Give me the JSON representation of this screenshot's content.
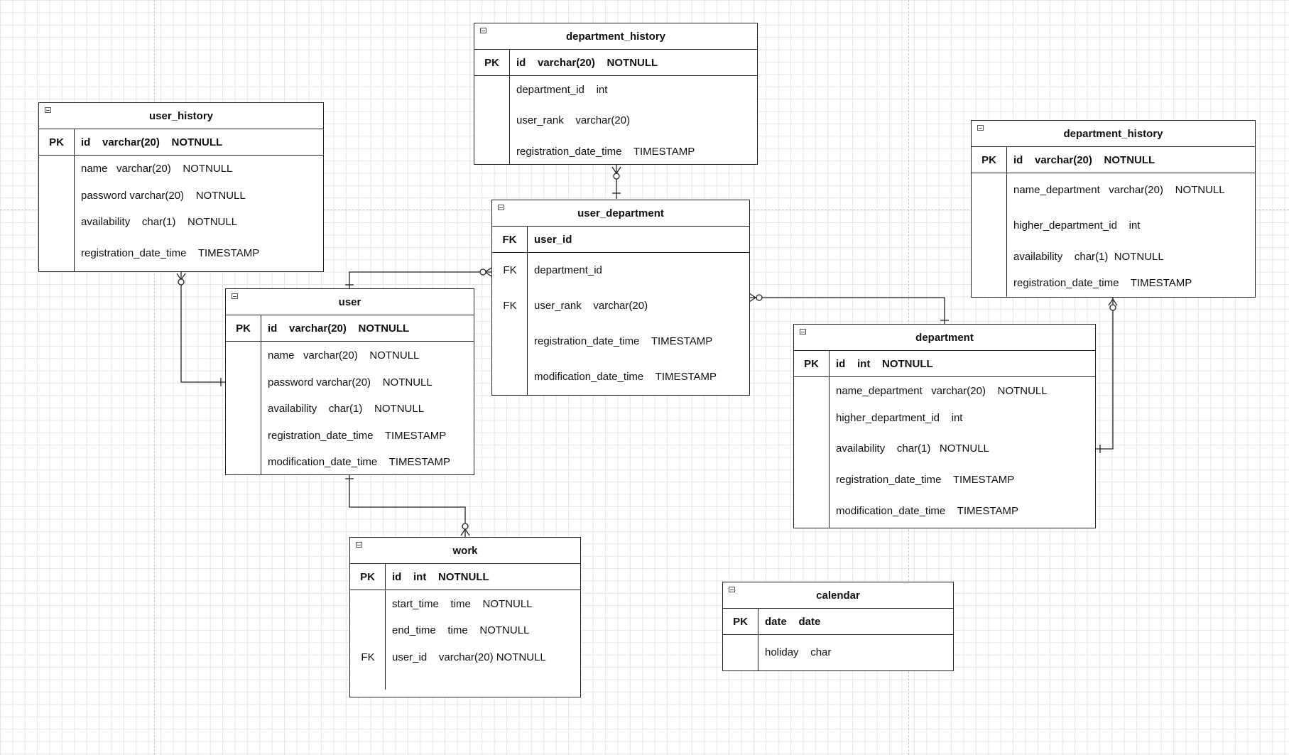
{
  "tables": {
    "dept_history_top": {
      "title": "department_history",
      "pk_label": "PK",
      "pk_field": "id    varchar(20)    NOTNULL",
      "fields": [
        "department_id    int",
        "user_rank    varchar(20)",
        "registration_date_time    TIMESTAMP"
      ]
    },
    "user_history": {
      "title": "user_history",
      "pk_label": "PK",
      "pk_field": "id    varchar(20)    NOTNULL",
      "fields": [
        "name   varchar(20)    NOTNULL",
        "password varchar(20)    NOTNULL",
        "availability    char(1)    NOTNULL",
        "registration_date_time    TIMESTAMP"
      ]
    },
    "dept_history_right": {
      "title": "department_history",
      "pk_label": "PK",
      "pk_field": "id    varchar(20)    NOTNULL",
      "fields": [
        "name_department   varchar(20)    NOTNULL",
        "higher_department_id    int",
        "availability    char(1)  NOTNULL",
        "registration_date_time    TIMESTAMP"
      ]
    },
    "user_department": {
      "title": "user_department",
      "pk_label": "FK",
      "pk_field": "user_id",
      "key_labels": [
        "FK",
        "FK"
      ],
      "fields": [
        "department_id",
        "user_rank    varchar(20)",
        "registration_date_time    TIMESTAMP",
        "modification_date_time    TIMESTAMP"
      ]
    },
    "user": {
      "title": "user",
      "pk_label": "PK",
      "pk_field": "id    varchar(20)    NOTNULL",
      "fields": [
        "name   varchar(20)    NOTNULL",
        "password varchar(20)    NOTNULL",
        "availability    char(1)    NOTNULL",
        "registration_date_time    TIMESTAMP",
        "modification_date_time    TIMESTAMP"
      ]
    },
    "department": {
      "title": "department",
      "pk_label": "PK",
      "pk_field": "id    int    NOTNULL",
      "fields": [
        "name_department   varchar(20)    NOTNULL",
        "higher_department_id    int",
        "availability    char(1)   NOTNULL",
        "registration_date_time    TIMESTAMP",
        "modification_date_time    TIMESTAMP"
      ]
    },
    "work": {
      "title": "work",
      "pk_label": "PK",
      "pk_field": "id    int    NOTNULL",
      "key_labels": [
        "FK"
      ],
      "fields": [
        "start_time    time    NOTNULL",
        "end_time    time    NOTNULL",
        "user_id    varchar(20) NOTNULL"
      ]
    },
    "calendar": {
      "title": "calendar",
      "pk_label": "PK",
      "pk_field": "date    date",
      "fields": [
        "holiday    char"
      ]
    }
  }
}
